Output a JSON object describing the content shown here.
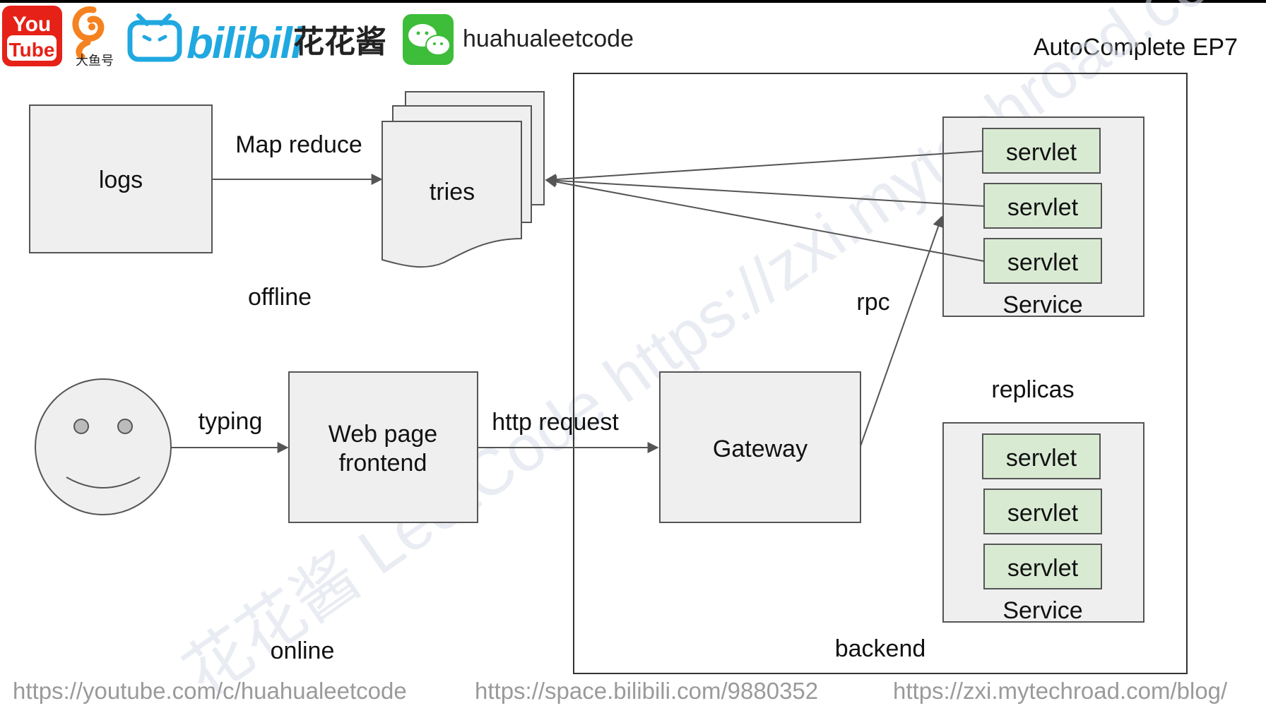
{
  "header": {
    "youtube_you": "You",
    "youtube_tube": "Tube",
    "douyu_label": "大鱼号",
    "bilibili_text": "bilibili",
    "author_cn": "花花酱",
    "wechat_id": "huahualeetcode",
    "episode_title": "AutoComplete EP7"
  },
  "diagram": {
    "offline": {
      "logs": "logs",
      "edge_label": "Map reduce",
      "tries": "tries",
      "section_label": "offline"
    },
    "online": {
      "edge_typing": "typing",
      "web_page_line1": "Web page",
      "web_page_line2": "frontend",
      "edge_http": "http request",
      "section_label": "online"
    },
    "backend": {
      "gateway": "Gateway",
      "rpc_label": "rpc",
      "replicas_label": "replicas",
      "section_label": "backend",
      "services": [
        {
          "label": "Service",
          "servlets": [
            "servlet",
            "servlet",
            "servlet"
          ]
        },
        {
          "label": "Service",
          "servlets": [
            "servlet",
            "servlet",
            "servlet"
          ]
        }
      ]
    },
    "watermark": "花花酱 LeetCode https://zxi.mytechroad.com"
  },
  "footer": {
    "youtube_url": "https://youtube.com/c/huahualeetcode",
    "bilibili_url": "https://space.bilibili.com/9880352",
    "blog_url": "https://zxi.mytechroad.com/blog/"
  },
  "colors": {
    "box_fill": "#efefef",
    "servlet_fill": "#d9ead3",
    "youtube_red": "#e62117",
    "bilibili_blue": "#20a8e0",
    "wechat_green": "#3dbd3a",
    "douyu_orange": "#f58220"
  }
}
